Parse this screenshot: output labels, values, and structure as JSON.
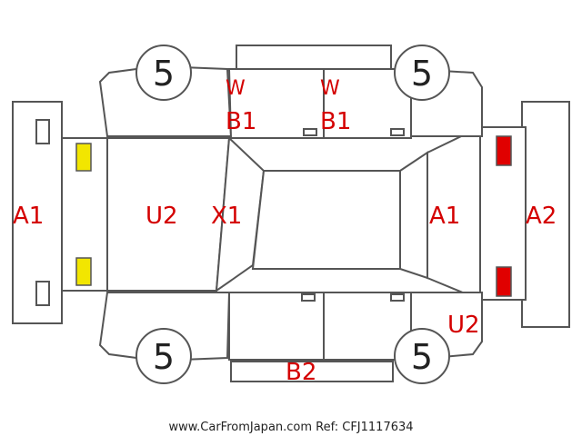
{
  "diagram": {
    "codes": {
      "front_bumper": "A1",
      "rear_bumper_outer": "A2",
      "rear_panel": "A1",
      "hood": "U2",
      "windshield": "X1",
      "rear_right_corner": "U2",
      "top_front_door_w": "W",
      "top_front_door_b": "B1",
      "top_rear_door_w": "W",
      "top_rear_door_b": "B1",
      "bottom_sill": "B2"
    },
    "wheel_labels": {
      "front_left": "5",
      "rear_left": "5",
      "front_right": "5",
      "rear_right": "5"
    },
    "marker_colors": {
      "front_lamps": "#f2e600",
      "rear_lamps": "#e00000"
    }
  },
  "footer": {
    "watermark": "www.CarFromJapan.com Ref: CFJ1117634"
  }
}
